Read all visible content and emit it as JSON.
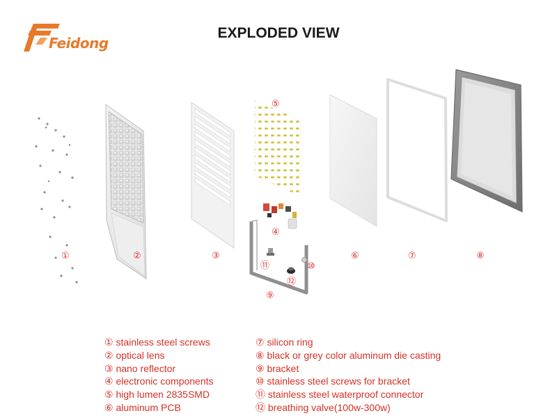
{
  "brand": {
    "name": "Feidong",
    "color": "#e77a2a"
  },
  "title": "EXPLODED VIEW",
  "colors": {
    "callout": "#d9322e",
    "legend": "#d43127"
  },
  "callouts": [
    "①",
    "②",
    "③",
    "④",
    "⑤",
    "⑥",
    "⑦",
    "⑧",
    "⑨",
    "⑩",
    "⑪",
    "⑫"
  ],
  "legend_left": [
    "① stainless steel screws",
    "② optical lens",
    "③ nano reflector",
    "④ electronic components",
    "⑤ high lumen 2835SMD",
    "⑥ aluminum PCB"
  ],
  "legend_right": [
    "⑦ silicon ring",
    "⑧ black or grey color aluminum die casting",
    "⑨ bracket",
    "⑩ stainless steel screws for bracket",
    "⑪ stainless steel waterproof connector",
    "⑫ breathing valve(100w-300w)"
  ]
}
